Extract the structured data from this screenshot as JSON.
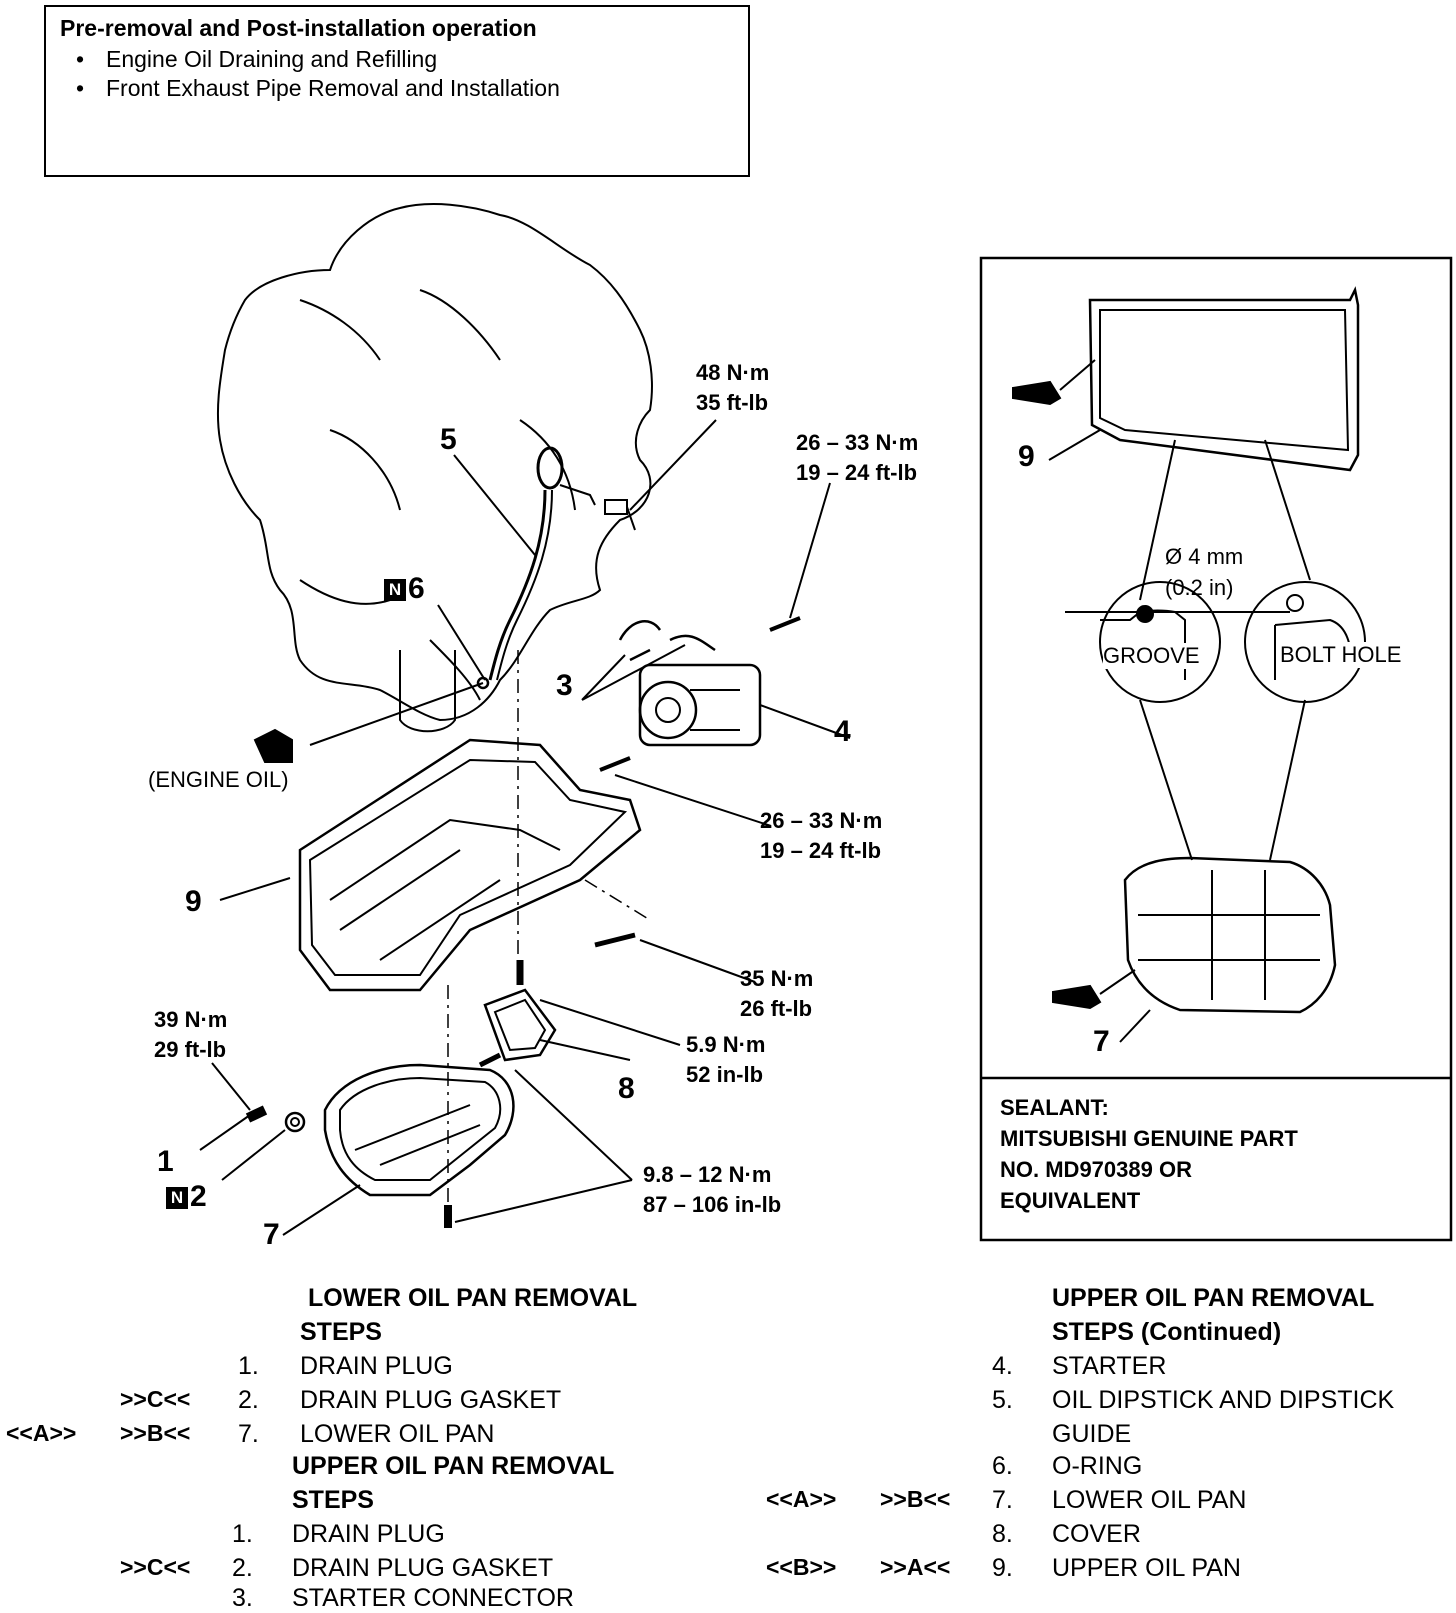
{
  "pre_box": {
    "title": "Pre-removal and Post-installation operation",
    "items": [
      "Engine Oil Draining and Refilling",
      "Front Exhaust Pipe Removal and Installation"
    ]
  },
  "labels": {
    "engine_oil": "(ENGINE OIL)",
    "groove": "GROOVE",
    "bolt_hole": "BOLT HOLE",
    "bead_size_mm": "Ø 4 mm",
    "bead_size_in": "(0.2 in)",
    "badge_letter": "N"
  },
  "callouts": {
    "n1": "1",
    "n2": "2",
    "n3": "3",
    "n4": "4",
    "n5": "5",
    "n6": "6",
    "n7": "7",
    "n8": "8",
    "n9": "9",
    "inset_n9": "9",
    "inset_n7": "7"
  },
  "torques": {
    "t48": [
      "48 N·m",
      "35 ft-lb"
    ],
    "t26a": [
      "26 – 33 N·m",
      "19 – 24 ft-lb"
    ],
    "t26b": [
      "26 – 33 N·m",
      "19 – 24 ft-lb"
    ],
    "t35": [
      "35 N·m",
      "26 ft-lb"
    ],
    "t59": [
      "5.9 N·m",
      "52 in-lb"
    ],
    "t39": [
      "39 N·m",
      "29 ft-lb"
    ],
    "t98": [
      "9.8 – 12 N·m",
      "87 – 106 in-lb"
    ]
  },
  "sealant": [
    "SEALANT:",
    "MITSUBISHI GENUINE PART",
    "NO. MD970389 OR",
    "EQUIVALENT"
  ],
  "steps_left": {
    "lower_header_1": "LOWER OIL PAN REMOVAL",
    "lower_header_2": "STEPS",
    "lower": [
      {
        "a": "",
        "b": "",
        "n": "1.",
        "t": "DRAIN PLUG"
      },
      {
        "a": "",
        "b": ">>C<<",
        "n": "2.",
        "t": "DRAIN PLUG GASKET"
      },
      {
        "a": "<<A>>",
        "b": ">>B<<",
        "n": "7.",
        "t": "LOWER OIL PAN"
      }
    ],
    "upper_header_1": "UPPER OIL PAN REMOVAL",
    "upper_header_2": "STEPS",
    "upper": [
      {
        "a": "",
        "b": "",
        "n": "1.",
        "t": "DRAIN PLUG"
      },
      {
        "a": "",
        "b": ">>C<<",
        "n": "2.",
        "t": "DRAIN PLUG GASKET"
      },
      {
        "a": "",
        "b": "",
        "n": "3.",
        "t": "STARTER CONNECTOR"
      }
    ]
  },
  "steps_right": {
    "header_1": "UPPER OIL PAN REMOVAL",
    "header_2": "STEPS (Continued)",
    "items": [
      {
        "a": "",
        "b": "",
        "n": "4.",
        "t": "STARTER"
      },
      {
        "a": "",
        "b": "",
        "n": "5.",
        "t": "OIL DIPSTICK AND DIPSTICK"
      },
      {
        "a": "",
        "b": "",
        "n": "",
        "t": "GUIDE"
      },
      {
        "a": "",
        "b": "",
        "n": "6.",
        "t": "O-RING"
      },
      {
        "a": "<<A>>",
        "b": ">>B<<",
        "n": "7.",
        "t": "LOWER OIL PAN"
      },
      {
        "a": "",
        "b": "",
        "n": "8.",
        "t": "COVER"
      },
      {
        "a": "<<B>>",
        "b": ">>A<<",
        "n": "9.",
        "t": "UPPER OIL PAN"
      }
    ]
  }
}
